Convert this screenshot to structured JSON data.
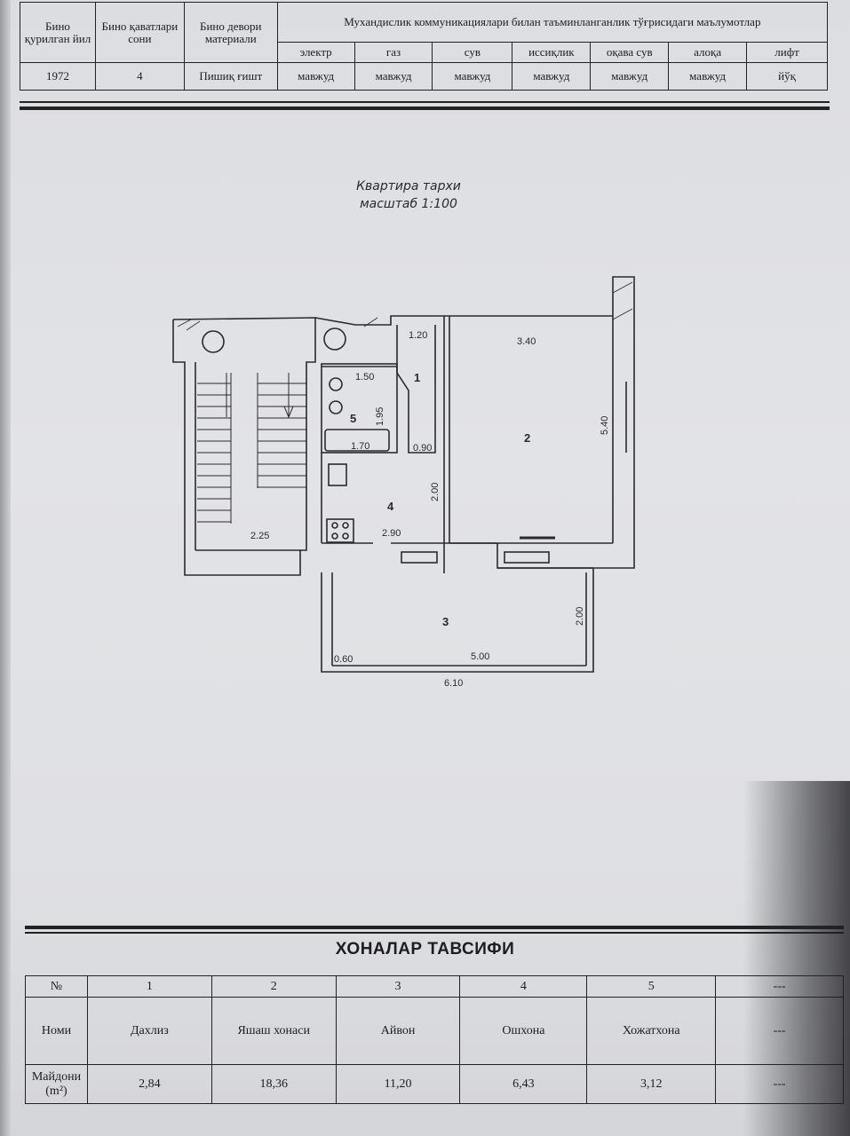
{
  "building_info": {
    "headers": {
      "year_built": "Бино қурилган йил",
      "floors": "Бино қаватлари сони",
      "wall_material": "Бино девори материали",
      "utilities": "Мухандислик коммуникациялари билан таъминланганлик тўғрисидаги маълумотлар"
    },
    "values": {
      "year_built": "1972",
      "floors": "4",
      "wall_material": "Пишиқ ғишт"
    },
    "utility_names": [
      "электр",
      "газ",
      "сув",
      "иссиқлик",
      "оқава сув",
      "алоқа",
      "лифт"
    ],
    "utility_values": [
      "мавжуд",
      "мавжуд",
      "мавжуд",
      "мавжуд",
      "мавжуд",
      "мавжуд",
      "йўқ"
    ]
  },
  "plan": {
    "title": "Квартира тархи",
    "scale": "масштаб 1:100",
    "room_numbers": [
      "1",
      "2",
      "3",
      "4",
      "5"
    ],
    "dimensions": {
      "d_120": "1.20",
      "d_340": "3.40",
      "d_150": "1.50",
      "d_195": "1.95",
      "d_170": "1.70",
      "d_090": "0.90",
      "d_540": "5.40",
      "d_200a": "2.00",
      "d_225": "2.25",
      "d_290": "2.90",
      "d_200b": "2.00",
      "d_060": "0.60",
      "d_500": "5.00",
      "d_610": "6.10"
    }
  },
  "rooms": {
    "title": "ХОНАЛАР ТАВСИФИ",
    "row_labels": {
      "number": "№",
      "name": "Номи",
      "area_line1": "Майдони",
      "area_line2": "(m²)"
    },
    "numbers": [
      "1",
      "2",
      "3",
      "4",
      "5",
      "---"
    ],
    "names": [
      "Дахлиз",
      "Яшаш хонаси",
      "Айвон",
      "Ошхона",
      "Хожатхона",
      "---"
    ],
    "areas": [
      "2,84",
      "18,36",
      "11,20",
      "6,43",
      "3,12",
      "---"
    ]
  }
}
